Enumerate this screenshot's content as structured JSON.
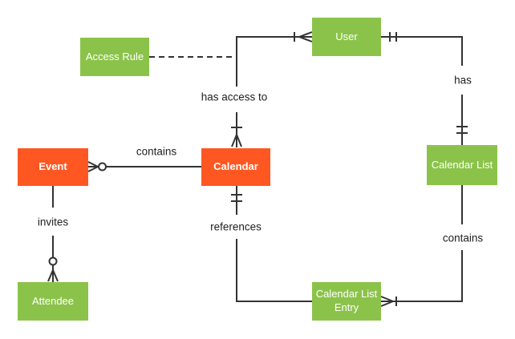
{
  "diagram_type": "entity-relationship (crow's foot notation)",
  "colors": {
    "entity_green": "#8bc34a",
    "entity_orange": "#ff5722",
    "line": "#333333",
    "label_text": "#212121",
    "entity_text": "#ffffff",
    "background": "#ffffff"
  },
  "entities": {
    "access_rule": {
      "label": "Access Rule",
      "color": "green"
    },
    "user": {
      "label": "User",
      "color": "green"
    },
    "event": {
      "label": "Event",
      "color": "orange"
    },
    "calendar": {
      "label": "Calendar",
      "color": "orange"
    },
    "calendar_list": {
      "label": "Calendar List",
      "color": "green"
    },
    "attendee": {
      "label": "Attendee",
      "color": "green"
    },
    "calendar_list_entry": {
      "label": "Calendar List Entry",
      "color": "green"
    }
  },
  "relationships": {
    "event_contains": {
      "label": "contains",
      "from": "Calendar",
      "to": "Event",
      "to_cardinality": "zero or many"
    },
    "has_access_to": {
      "label": "has access to",
      "from": "User",
      "to": "Calendar",
      "from_cardinality": "one or many",
      "to_cardinality": "one or many"
    },
    "access_rule_link": {
      "label": "",
      "style": "dashed",
      "from": "Access Rule",
      "to": "has access to relationship"
    },
    "has": {
      "label": "has",
      "from": "User",
      "to": "Calendar List",
      "from_cardinality": "exactly one",
      "to_cardinality": "exactly one"
    },
    "list_contains": {
      "label": "contains",
      "from": "Calendar List",
      "to": "Calendar List Entry",
      "to_cardinality": "one or many"
    },
    "references": {
      "label": "references",
      "from": "Calendar",
      "to": "Calendar List Entry",
      "from_cardinality": "exactly one"
    },
    "invites": {
      "label": "invites",
      "from": "Event",
      "to": "Attendee",
      "to_cardinality": "zero or many"
    }
  }
}
